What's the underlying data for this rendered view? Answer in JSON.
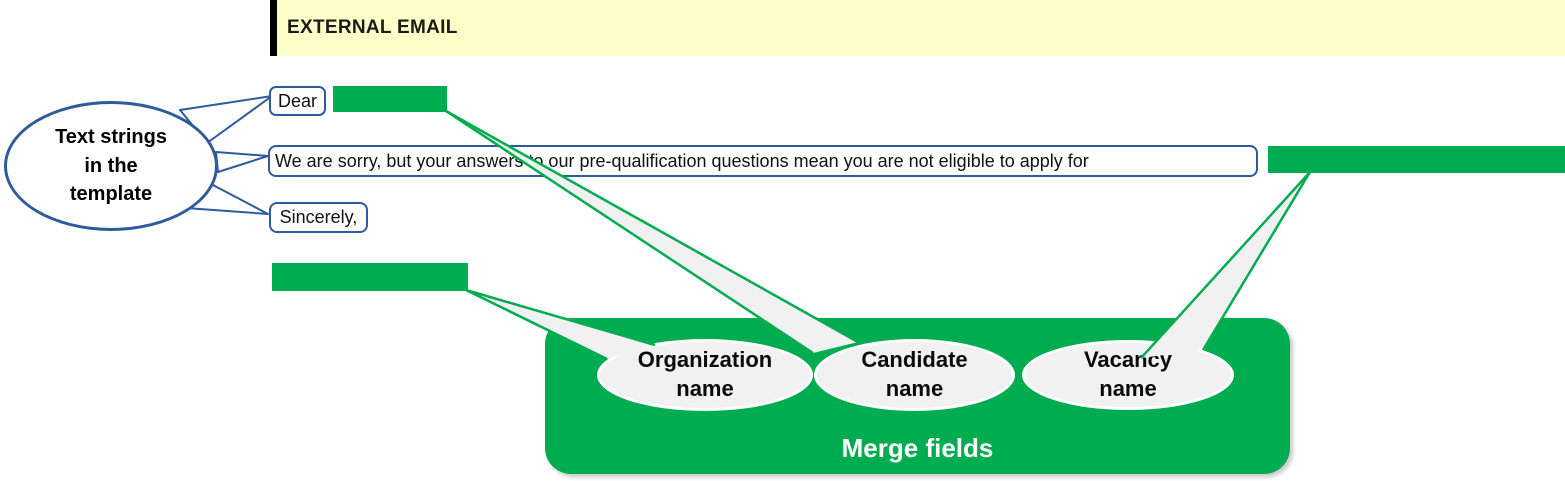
{
  "banner": {
    "label": "EXTERNAL EMAIL"
  },
  "source_callout": {
    "line1": "Text strings",
    "line2": "in the",
    "line3": "template"
  },
  "template_strings": {
    "greeting": "Dear",
    "body": "We are sorry, but your answers to our pre-qualification questions mean you are not eligible to apply for",
    "closing": "Sincerely,"
  },
  "merge_panel": {
    "title": "Merge fields",
    "fields": [
      {
        "line1": "Organization",
        "line2": "name",
        "points_to": "placeholder below closing"
      },
      {
        "line1": "Candidate",
        "line2": "name",
        "points_to": "placeholder after greeting"
      },
      {
        "line1": "Vacancy",
        "line2": "name",
        "points_to": "placeholder after body sentence"
      }
    ]
  },
  "colors": {
    "banner_bg": "#FDFDC7",
    "banner_bar": "#000000",
    "callout_blue": "#2E5B9C",
    "merge_green": "#00AC50",
    "field_ellipse_gray": "#F1F1F1",
    "panel_title_text": "#FFFFFF"
  }
}
